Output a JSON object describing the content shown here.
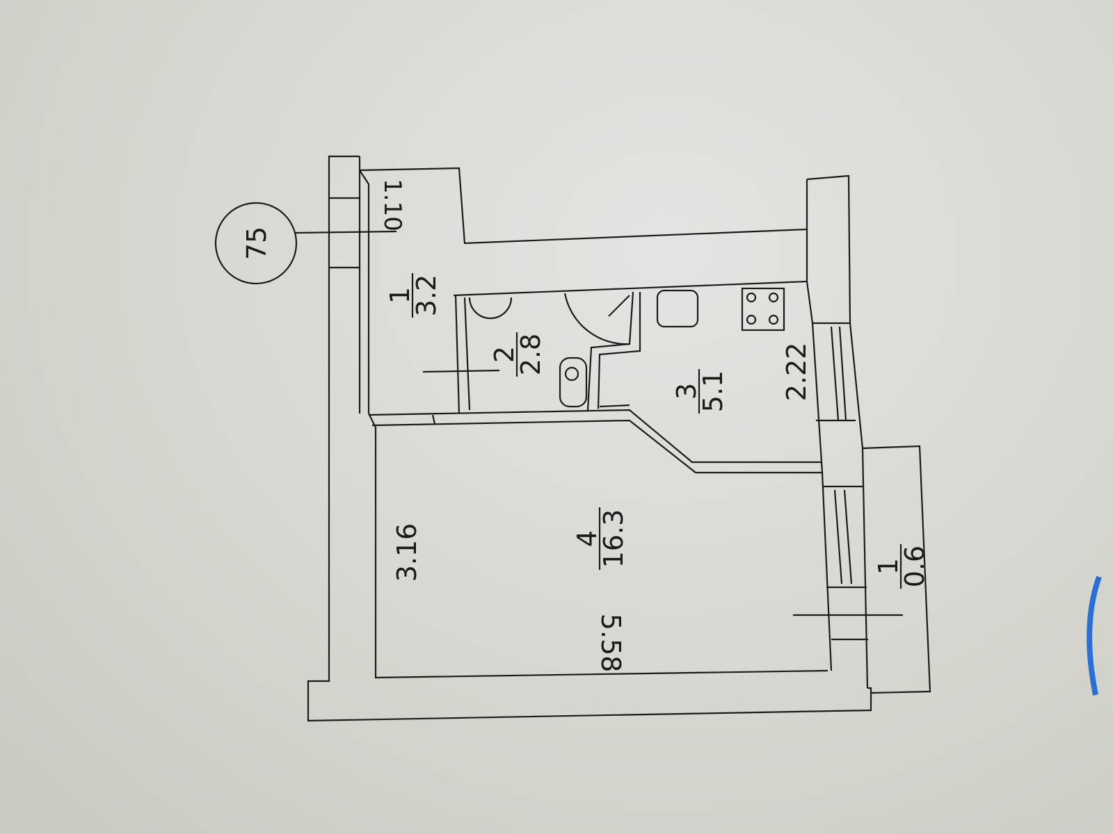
{
  "apartment_number": "75",
  "rooms": [
    {
      "number": "1",
      "area": "3.2"
    },
    {
      "number": "2",
      "area": "2.8"
    },
    {
      "number": "3",
      "area": "5.1"
    },
    {
      "number": "4",
      "area": "16.3"
    },
    {
      "number": "1",
      "area": "0.6"
    }
  ],
  "dimensions": [
    "1.10",
    "2.22",
    "3.16",
    "5.58"
  ]
}
